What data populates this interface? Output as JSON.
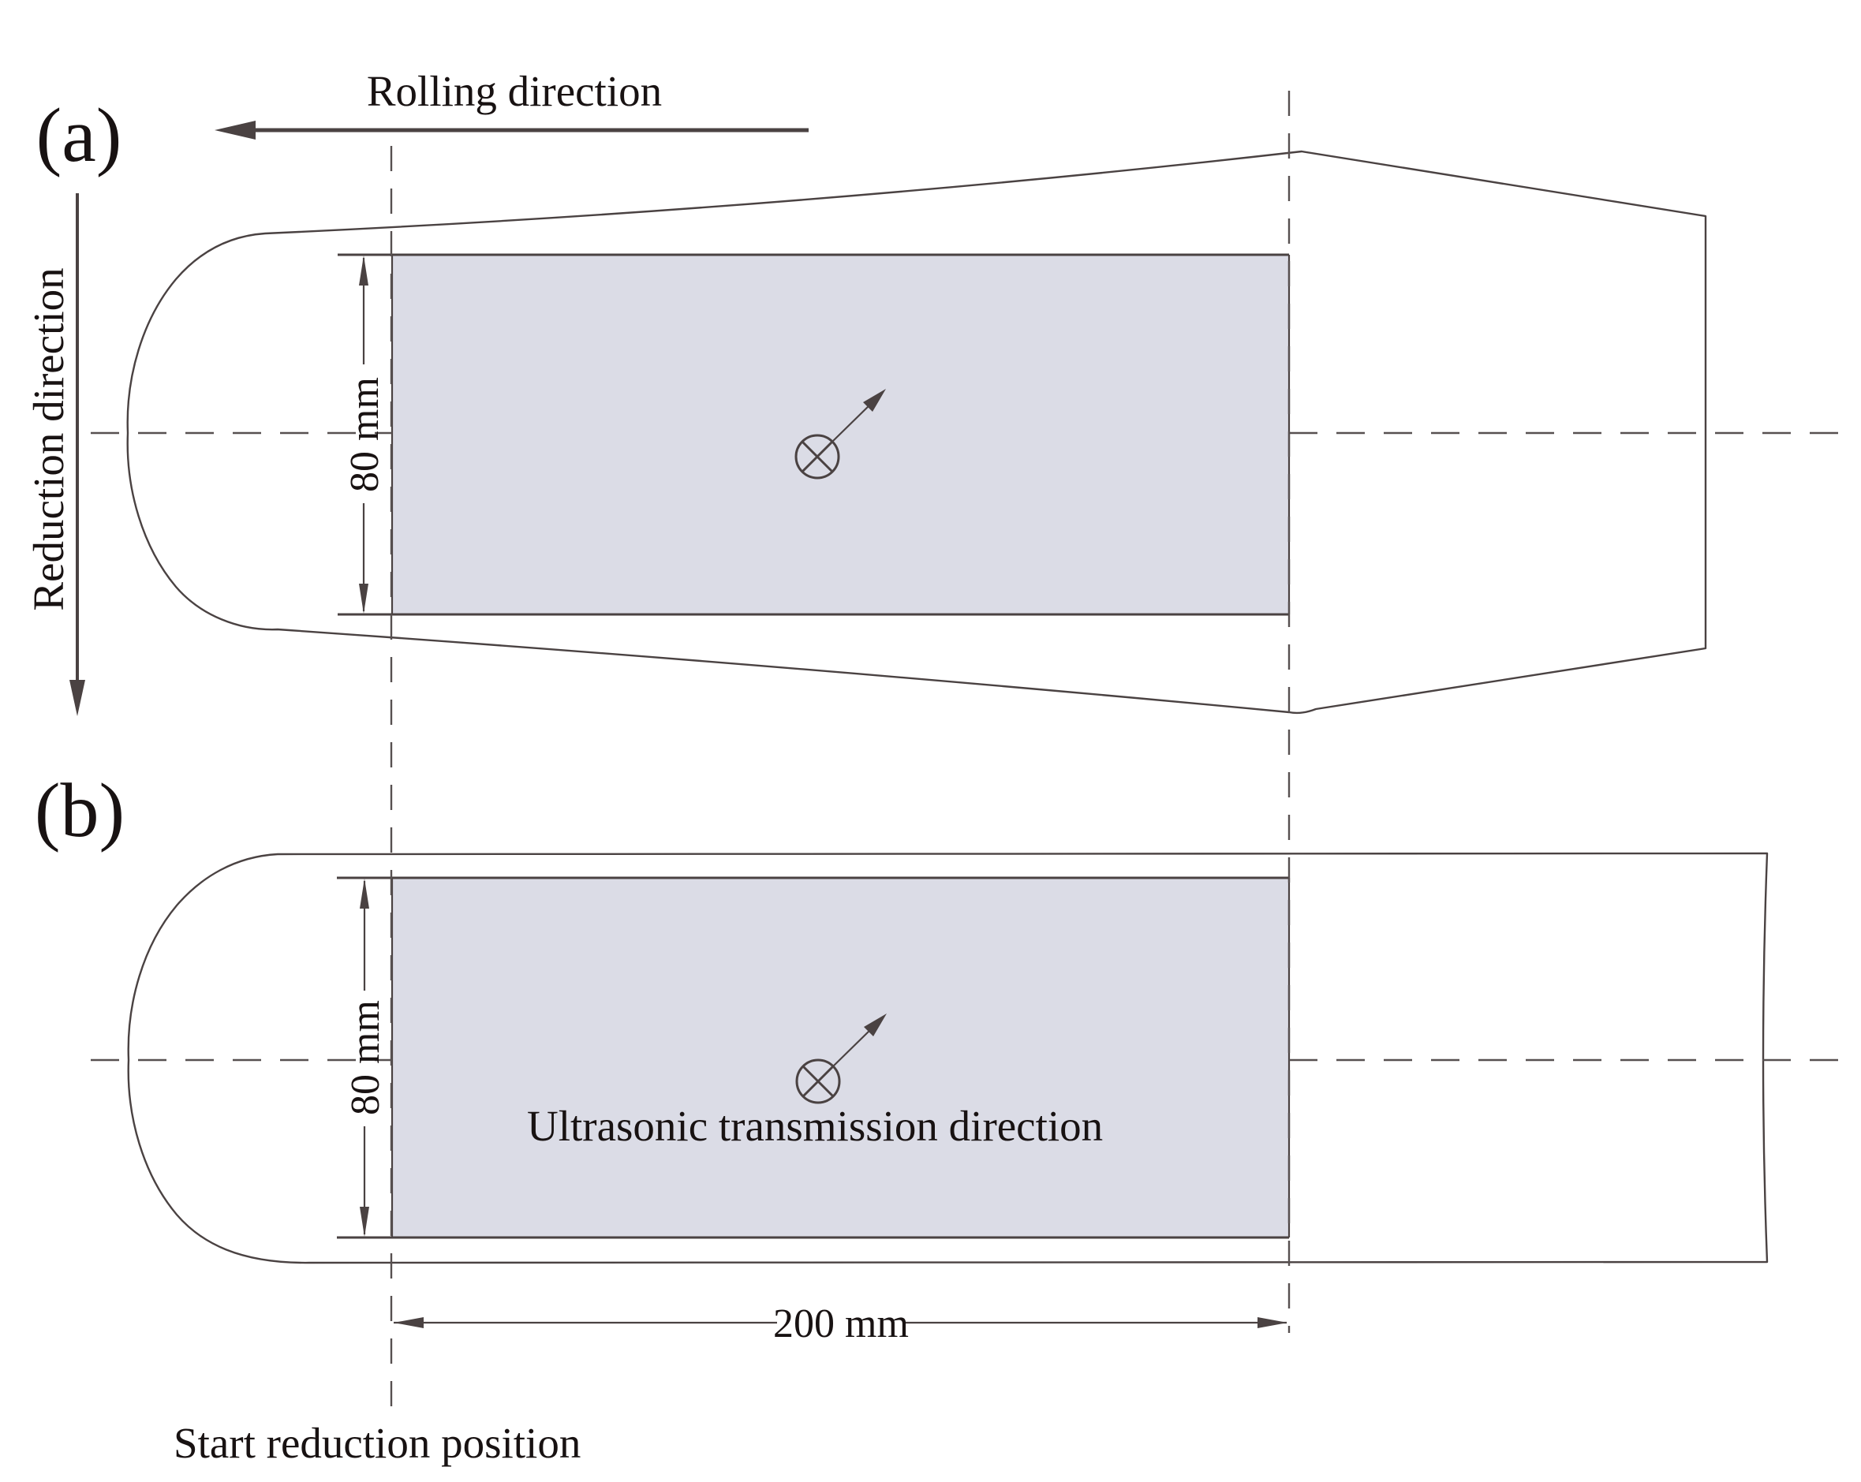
{
  "colors": {
    "line": "#4a4242",
    "dash": "#575050",
    "fill": "#dbdce6",
    "text": "#181212",
    "background": "#ffffff"
  },
  "labels": {
    "panel_a": "(a)",
    "panel_b": "(b)",
    "rolling": "Rolling direction",
    "reduction": "Reduction direction",
    "ultrasonic": "Ultrasonic transmission direction",
    "start_position": "Start reduction position"
  },
  "dimensions": {
    "width": "80 mm",
    "length": "200 mm"
  },
  "icons": {
    "transmission_point": "circled-x-into-page-with-arrow"
  }
}
